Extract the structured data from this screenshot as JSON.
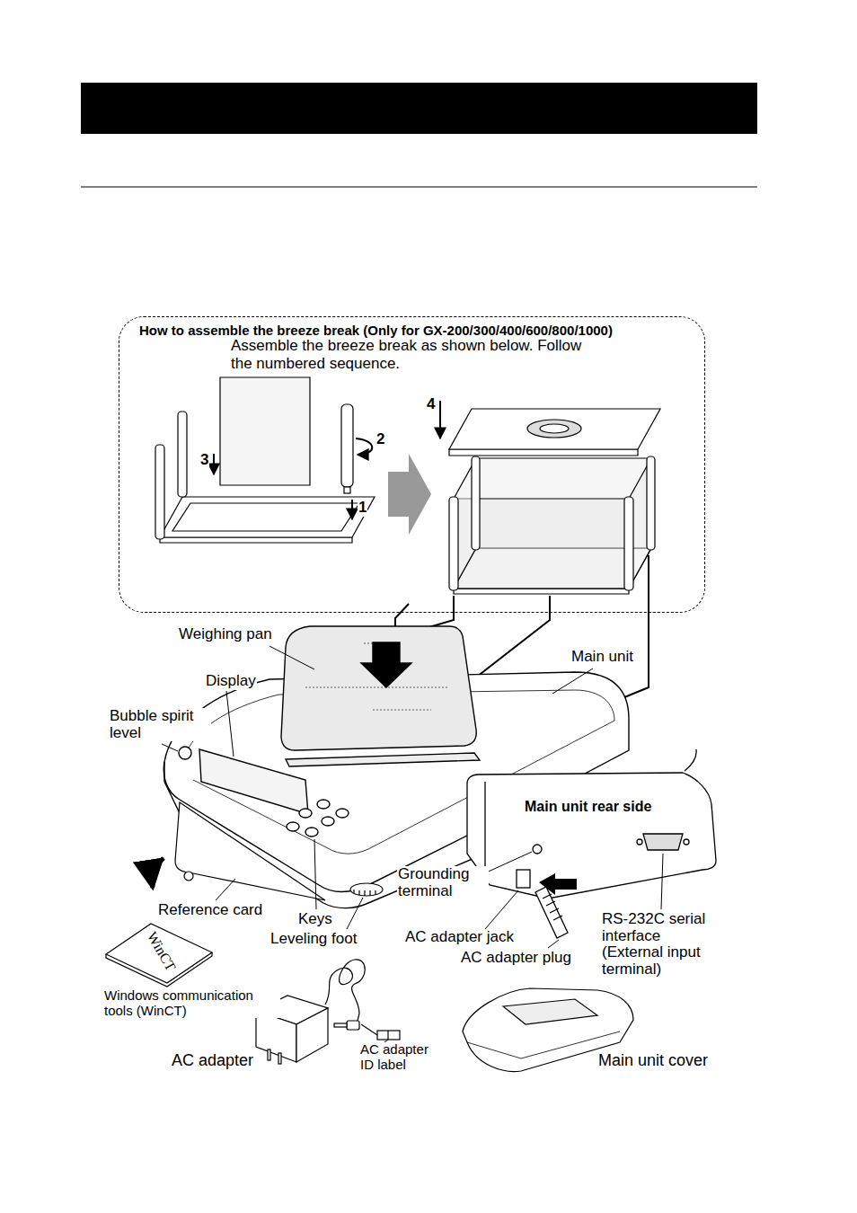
{
  "diagram": {
    "nodes": [
      {
        "text": [
          "How to assemble the breeze break (Only for GX-200/300/400/600/800/1000)",
          "Assemble the breeze break as shown below. Follow the numbered sequence."
        ]
      }
    ],
    "labels": [
      "4",
      "2",
      "3",
      "1",
      "Weighing pan",
      "Main unit",
      "Display",
      "Bubble spirit level",
      "Main unit rear side",
      "Grounding terminal",
      "Reference card",
      "Keys",
      "Leveling foot",
      "AC adapter jack",
      "AC adapter plug",
      "RS-232C serial interface (External input terminal)",
      "WinCT",
      "Windows communication tools (WinCT)",
      "AC adapter",
      "AC adapter ID label",
      "Main unit cover"
    ]
  }
}
